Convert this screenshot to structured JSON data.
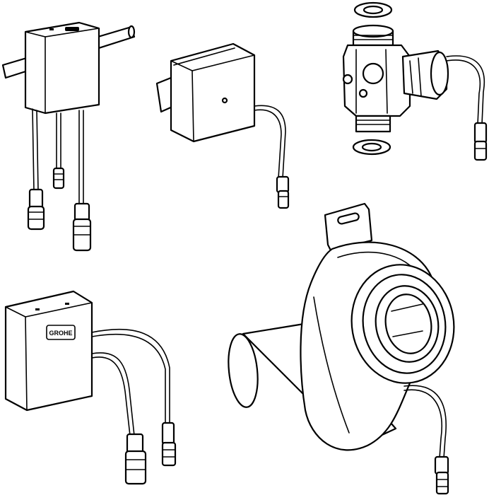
{
  "components": [
    {
      "name": "power-supply-box-with-mounting-rail"
    },
    {
      "name": "sensor-module-with-cable"
    },
    {
      "name": "solenoid-valve-with-washers"
    },
    {
      "name": "control-box-with-two-cables"
    },
    {
      "name": "siphon-trap-with-sensor-cable"
    }
  ],
  "logos": {
    "control_box_brand": "GROHE"
  },
  "colors": {
    "line": "#000000",
    "background": "#ffffff"
  }
}
